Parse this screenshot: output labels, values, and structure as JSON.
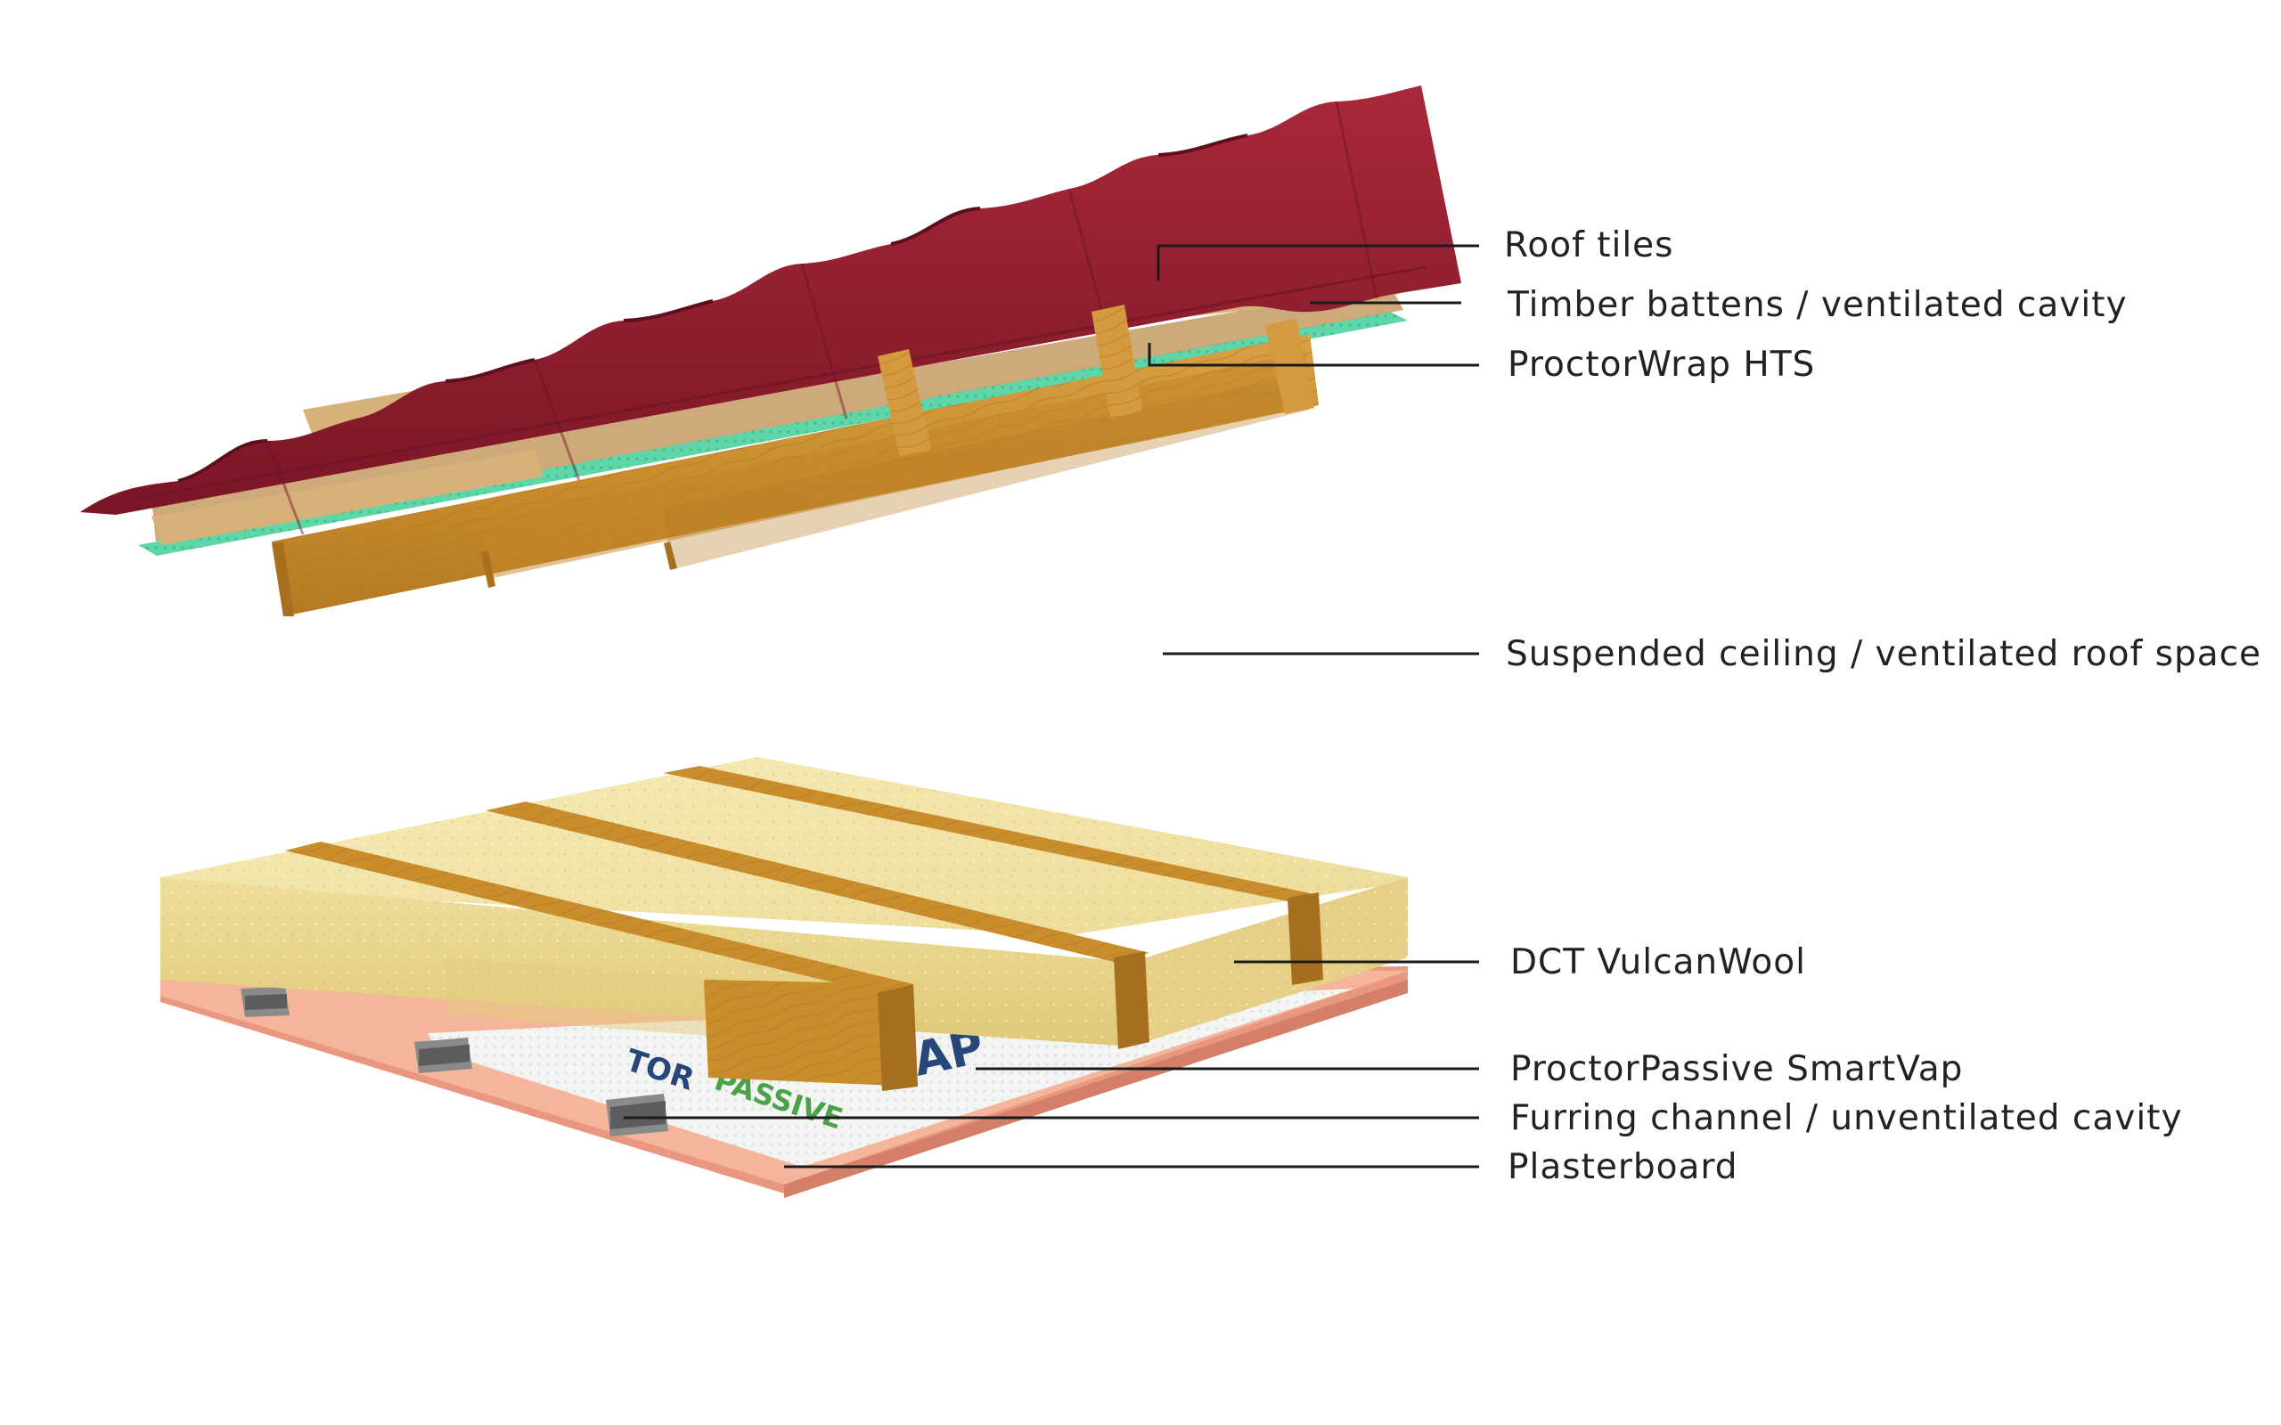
{
  "labels": {
    "roof_tiles": "Roof tiles",
    "timber_battens": "Timber battens / ventilated cavity",
    "proctorwrap": "ProctorWrap HTS",
    "suspended_ceiling": "Suspended ceiling / ventilated roof space",
    "vulcanwool": "DCT VulcanWool",
    "smartvap": "ProctorPassive SmartVap",
    "furring": "Furring channel / unventilated cavity",
    "plasterboard": "Plasterboard"
  },
  "membrane_print": {
    "brand_left": "TOR",
    "brand_right": "PASSIVE",
    "suffix": "AP"
  },
  "colors": {
    "tile": "#8e1e2e",
    "tile_dark": "#5e0f1c",
    "membrane_green": "#5fd6a8",
    "timber": "#c98d2c",
    "timber_dark": "#9c6a1c",
    "wool": "#f0e2a4",
    "wool_side": "#e4cf82",
    "plasterboard": "#f4b59a",
    "plasterboard_edge": "#e08f77",
    "vapour_membrane": "#f2f2f0",
    "channel": "#7a7a7a"
  }
}
